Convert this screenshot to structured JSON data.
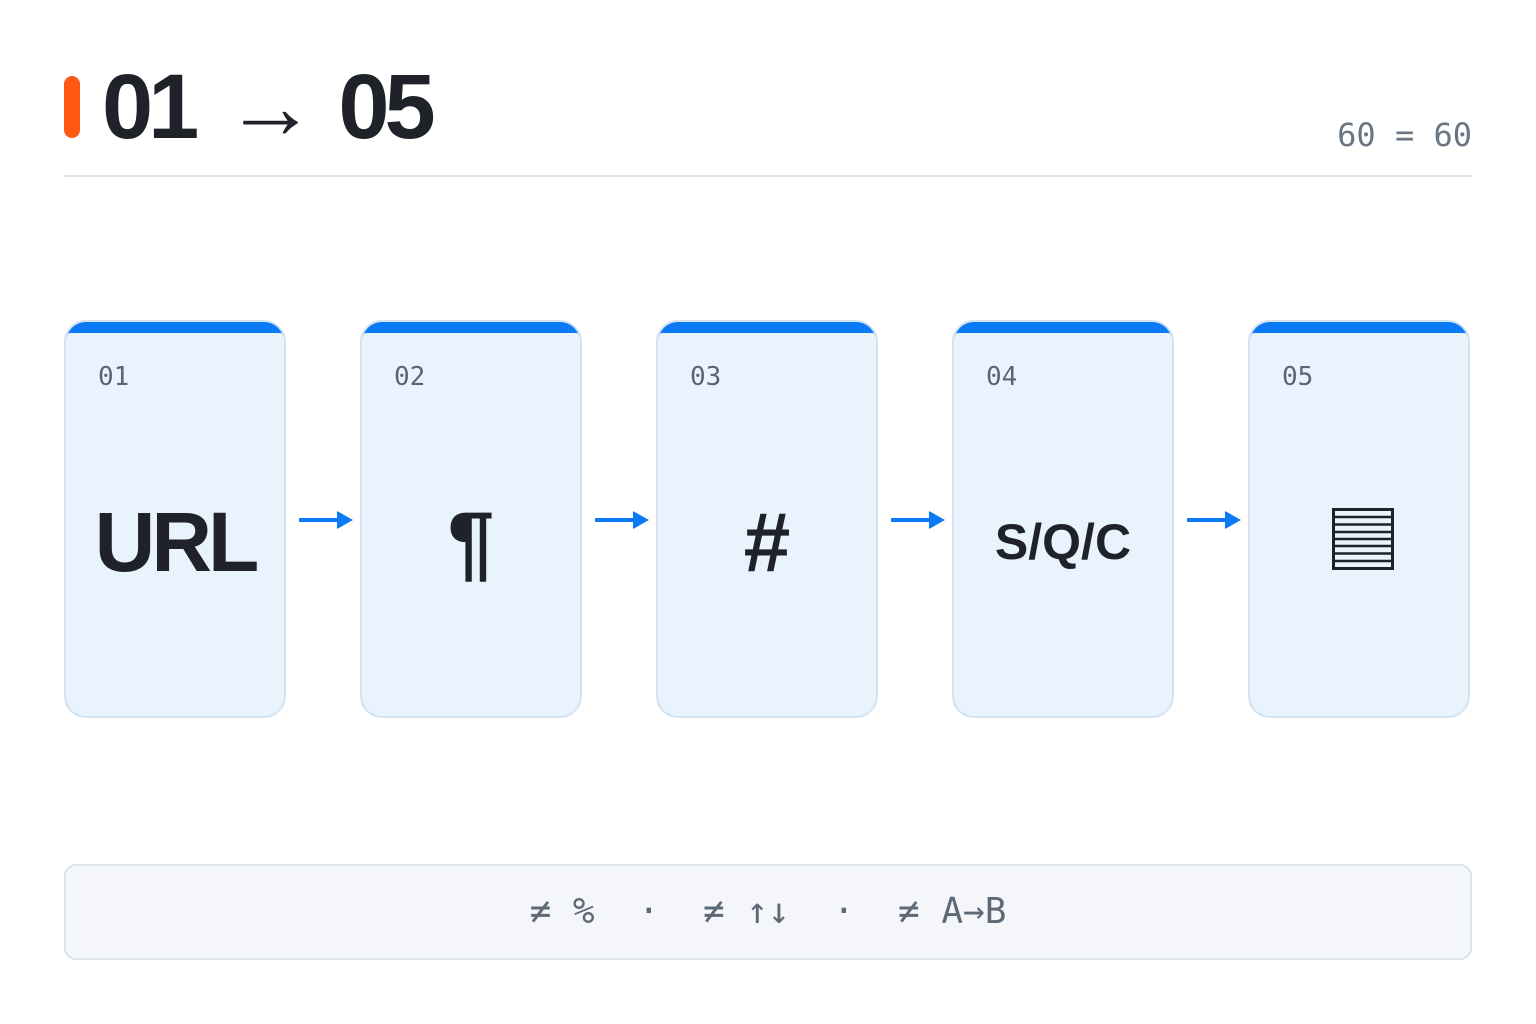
{
  "header": {
    "accent_color": "#ff5a14",
    "title_start": "01",
    "title_arrow": "→",
    "title_end": "05",
    "counter": "60 = 60"
  },
  "steps": [
    {
      "number": "01",
      "glyph": "URL"
    },
    {
      "number": "02",
      "glyph": "¶"
    },
    {
      "number": "03",
      "glyph": "#"
    },
    {
      "number": "04",
      "glyph": "S/Q/C"
    },
    {
      "number": "05",
      "glyph": "",
      "icon": "table-lines-icon"
    }
  ],
  "connector": {
    "icon": "arrow-right-icon",
    "color": "#0a7bf5"
  },
  "footer": {
    "text": "≠ %  ·  ≠ ↑↓  ·  ≠ A→B"
  },
  "colors": {
    "card_bg": "#e8f3fe",
    "card_top": "#0a7bf5",
    "text_dark": "#1f2329",
    "text_muted": "#5a6573"
  }
}
